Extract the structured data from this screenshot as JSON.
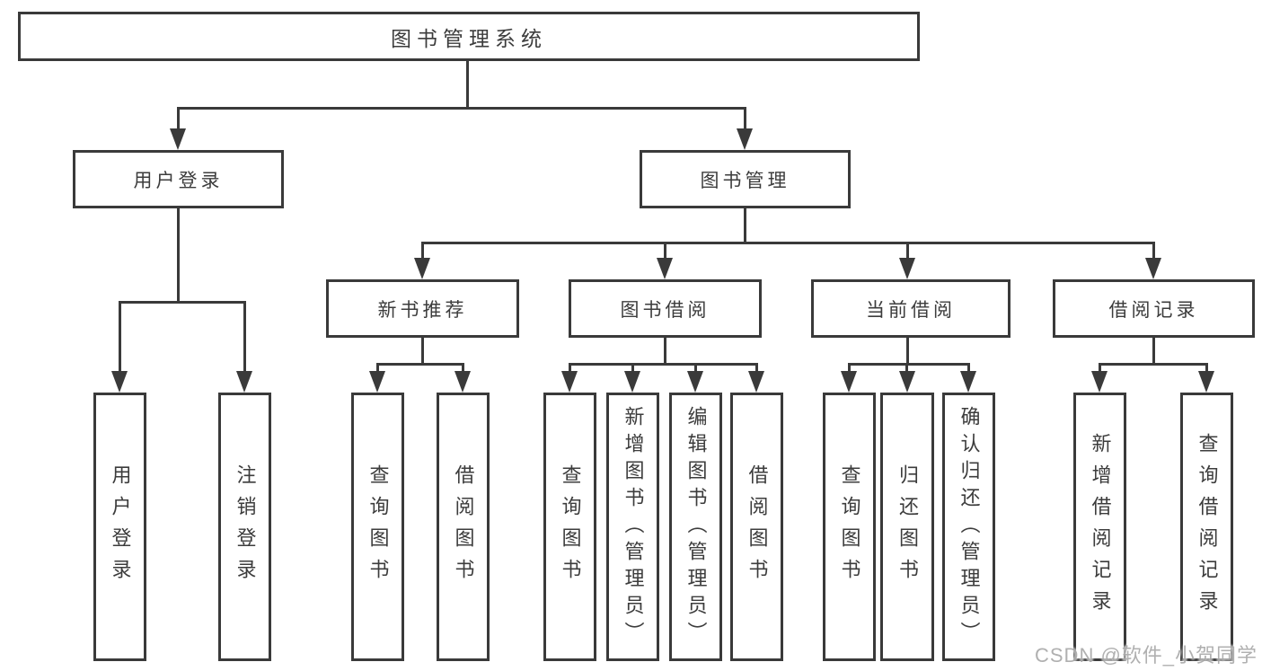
{
  "diagram": {
    "root": "图书管理系统",
    "branches": [
      {
        "label": "用户登录",
        "children": [
          {
            "label": "用户登录"
          },
          {
            "label": "注销登录"
          }
        ]
      },
      {
        "label": "图书管理",
        "children": [
          {
            "label": "新书推荐",
            "children": [
              {
                "label": "查询图书"
              },
              {
                "label": "借阅图书"
              }
            ]
          },
          {
            "label": "图书借阅",
            "children": [
              {
                "label": "查询图书"
              },
              {
                "label": "新增图书（管理员）"
              },
              {
                "label": "编辑图书（管理员）"
              },
              {
                "label": "借阅图书"
              }
            ]
          },
          {
            "label": "当前借阅",
            "children": [
              {
                "label": "查询图书"
              },
              {
                "label": "归还图书"
              },
              {
                "label": "确认归还（管理员）"
              }
            ]
          },
          {
            "label": "借阅记录",
            "children": [
              {
                "label": "新增借阅记录"
              },
              {
                "label": "查询借阅记录"
              }
            ]
          }
        ]
      }
    ]
  },
  "watermark": "CSDN @软件_小贺同学",
  "colors": {
    "line": "#3a3a3a",
    "text": "#3c3c3c",
    "watermark": "#a2a2a2",
    "background": "#ffffff"
  }
}
